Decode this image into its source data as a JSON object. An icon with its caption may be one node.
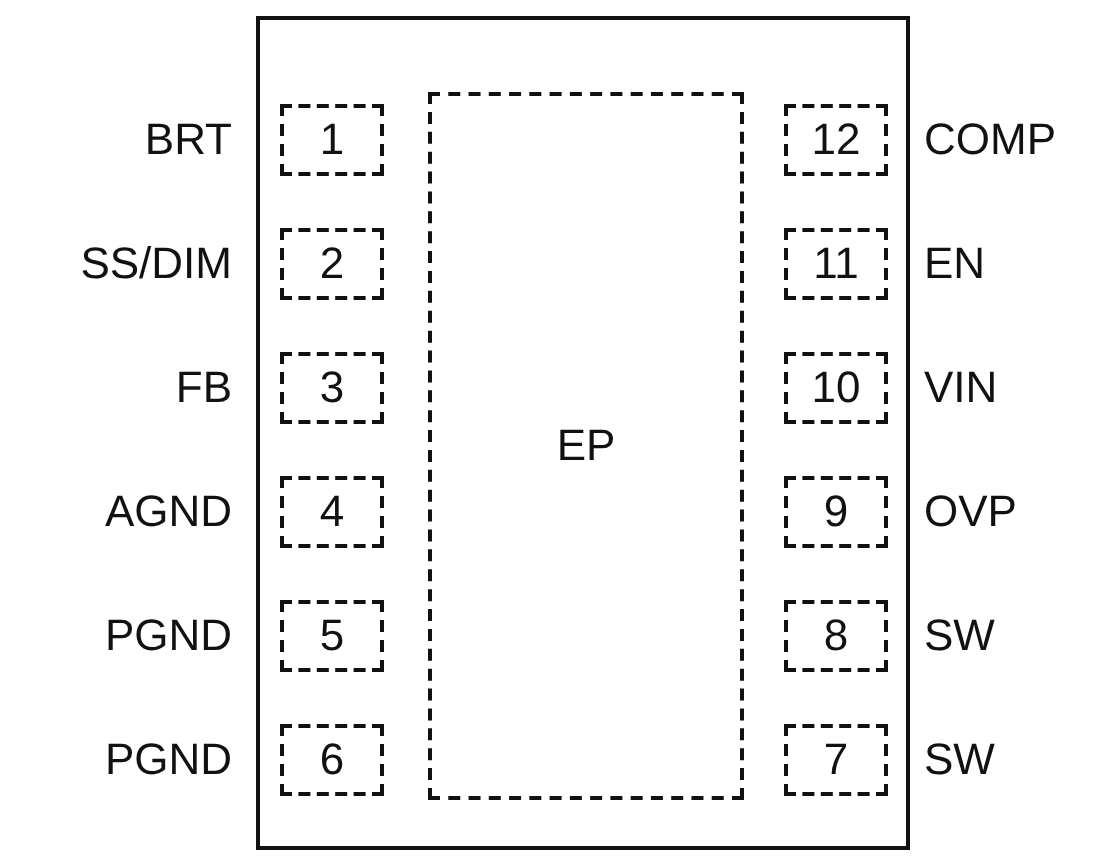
{
  "diagram": {
    "nodes": [
      {
        "text": [],
        "shape": "box"
      },
      {
        "text": [
          "1"
        ],
        "in": 0,
        "beside": [
          "BRT"
        ]
      },
      {
        "text": [
          "EP"
        ],
        "in": 0
      },
      {
        "text": [
          "12"
        ],
        "in": 0,
        "beside": [
          "COMP"
        ]
      },
      {
        "text": [
          "2"
        ],
        "in": 0,
        "beside": [
          "SS/DIM"
        ]
      },
      {
        "text": [
          "11"
        ],
        "in": 0,
        "beside": [
          "EN"
        ]
      },
      {
        "text": [
          "3"
        ],
        "in": 0,
        "beside": [
          "FB"
        ]
      },
      {
        "text": [
          "10"
        ],
        "in": 0,
        "beside": [
          "VIN"
        ]
      },
      {
        "text": [
          "4"
        ],
        "in": 0,
        "beside": [
          "AGND"
        ]
      },
      {
        "text": [
          "9"
        ],
        "in": 0,
        "beside": [
          "OVP"
        ]
      },
      {
        "text": [
          "5"
        ],
        "in": 0,
        "beside": [
          "PGND"
        ]
      },
      {
        "text": [
          "8"
        ],
        "in": 0,
        "beside": [
          "SW"
        ]
      },
      {
        "text": [
          "6"
        ],
        "in": 0,
        "beside": [
          "PGND"
        ]
      },
      {
        "text": [
          "7"
        ],
        "in": 0,
        "beside": [
          "SW"
        ]
      }
    ]
  }
}
